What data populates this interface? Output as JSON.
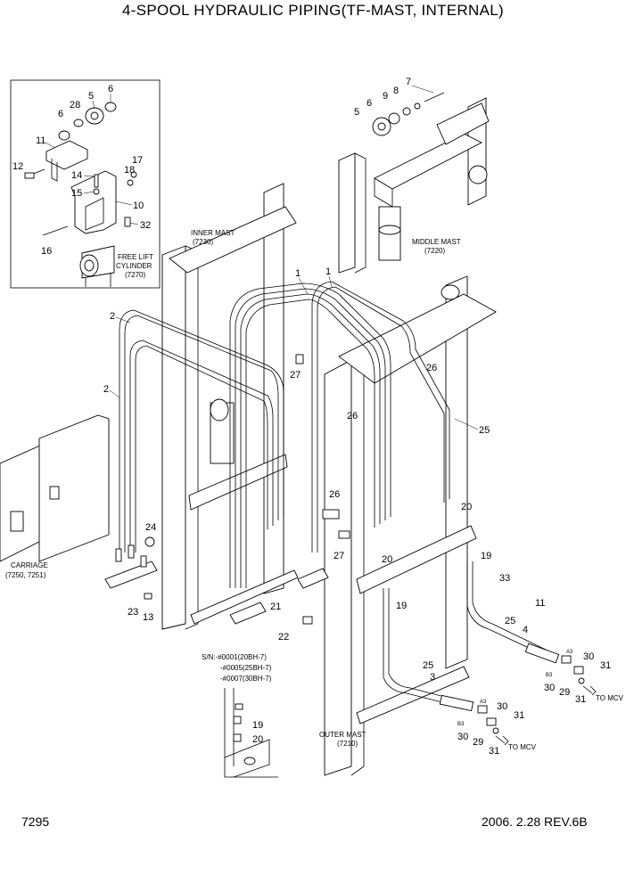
{
  "title": "4-SPOOL HYDRAULIC PIPING(TF-MAST, INTERNAL)",
  "page_number": "7295",
  "revision": "2006. 2.28  REV.6B",
  "inset": {
    "free_lift_cylinder": [
      "FREE LIFT",
      "CYLINDER",
      "(7270)"
    ],
    "callouts": [
      "5",
      "6",
      "6",
      "28",
      "11",
      "12",
      "17",
      "18",
      "14",
      "15",
      "10",
      "32",
      "16"
    ]
  },
  "assemblies": {
    "inner_mast": [
      "INNER MAST",
      "(7230)"
    ],
    "middle_mast": [
      "MIDDLE MAST",
      "(7220)"
    ],
    "outer_mast": [
      "OUTER MAST",
      "(7210)"
    ],
    "carriage": [
      "CARRIAGE",
      "(7250, 7251)"
    ]
  },
  "serial_note": [
    "S/N:-#0001(20BH-7)",
    "-#0005(25BH-7)",
    "-#0007(30BH-7)"
  ],
  "to_mcv": "TO MCV",
  "port_tags": [
    "A3",
    "B3",
    "A3",
    "B3"
  ],
  "callouts": [
    "7",
    "9",
    "8",
    "6",
    "5",
    "1",
    "1",
    "2",
    "2",
    "27",
    "26",
    "26",
    "25",
    "24",
    "23",
    "13",
    "26",
    "27",
    "20",
    "20",
    "33",
    "11",
    "21",
    "22",
    "19",
    "19",
    "25",
    "4",
    "30",
    "31",
    "30",
    "29",
    "31",
    "25",
    "3",
    "30",
    "31",
    "30",
    "29",
    "31",
    "19",
    "20"
  ]
}
